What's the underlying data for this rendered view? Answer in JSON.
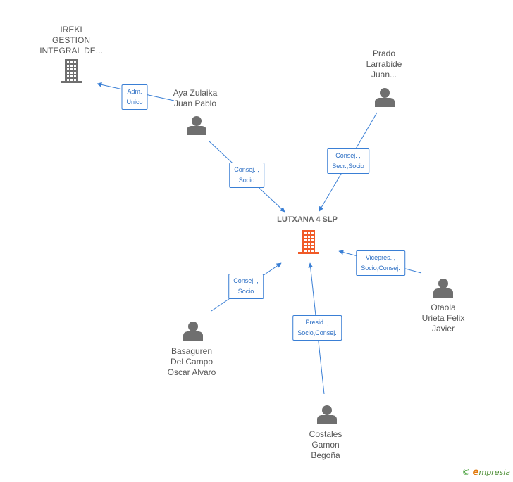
{
  "center": {
    "name": "LUTXANA 4 SLP",
    "icon": "building-icon"
  },
  "nodes": [
    {
      "id": "ireki",
      "type": "company",
      "lines": [
        "IREKI",
        "GESTION",
        "INTEGRAL DE..."
      ]
    },
    {
      "id": "aya",
      "type": "person",
      "lines": [
        "Aya Zulaika",
        "Juan Pablo"
      ]
    },
    {
      "id": "prado",
      "type": "person",
      "lines": [
        "Prado",
        "Larrabide",
        "Juan..."
      ]
    },
    {
      "id": "otaola",
      "type": "person",
      "lines": [
        "Otaola",
        "Urieta Felix",
        "Javier"
      ]
    },
    {
      "id": "basaguren",
      "type": "person",
      "lines": [
        "Basaguren",
        "Del Campo",
        "Oscar Alvaro"
      ]
    },
    {
      "id": "costales",
      "type": "person",
      "lines": [
        "Costales",
        "Gamon",
        "Begoña"
      ]
    }
  ],
  "edges": [
    {
      "from": "aya",
      "to": "ireki",
      "lines": [
        "Adm.",
        "Unico"
      ]
    },
    {
      "from": "aya",
      "to": "center",
      "lines": [
        "Consej. ,",
        "Socio"
      ]
    },
    {
      "from": "prado",
      "to": "center",
      "lines": [
        "Consej. ,",
        "Secr.,Socio"
      ]
    },
    {
      "from": "otaola",
      "to": "center",
      "lines": [
        "Vicepres. ,",
        "Socio,Consej."
      ]
    },
    {
      "from": "basaguren",
      "to": "center",
      "lines": [
        "Consej. ,",
        "Socio"
      ]
    },
    {
      "from": "costales",
      "to": "center",
      "lines": [
        "Presid. ,",
        "Socio,Consej."
      ]
    }
  ],
  "colors": {
    "edge": "#3a7fd5",
    "node_icon": "#6f6f6f",
    "center_icon": "#f05a28"
  },
  "footer": {
    "copyright": "©",
    "brand_initial": "e",
    "brand_rest": "mpresia"
  }
}
